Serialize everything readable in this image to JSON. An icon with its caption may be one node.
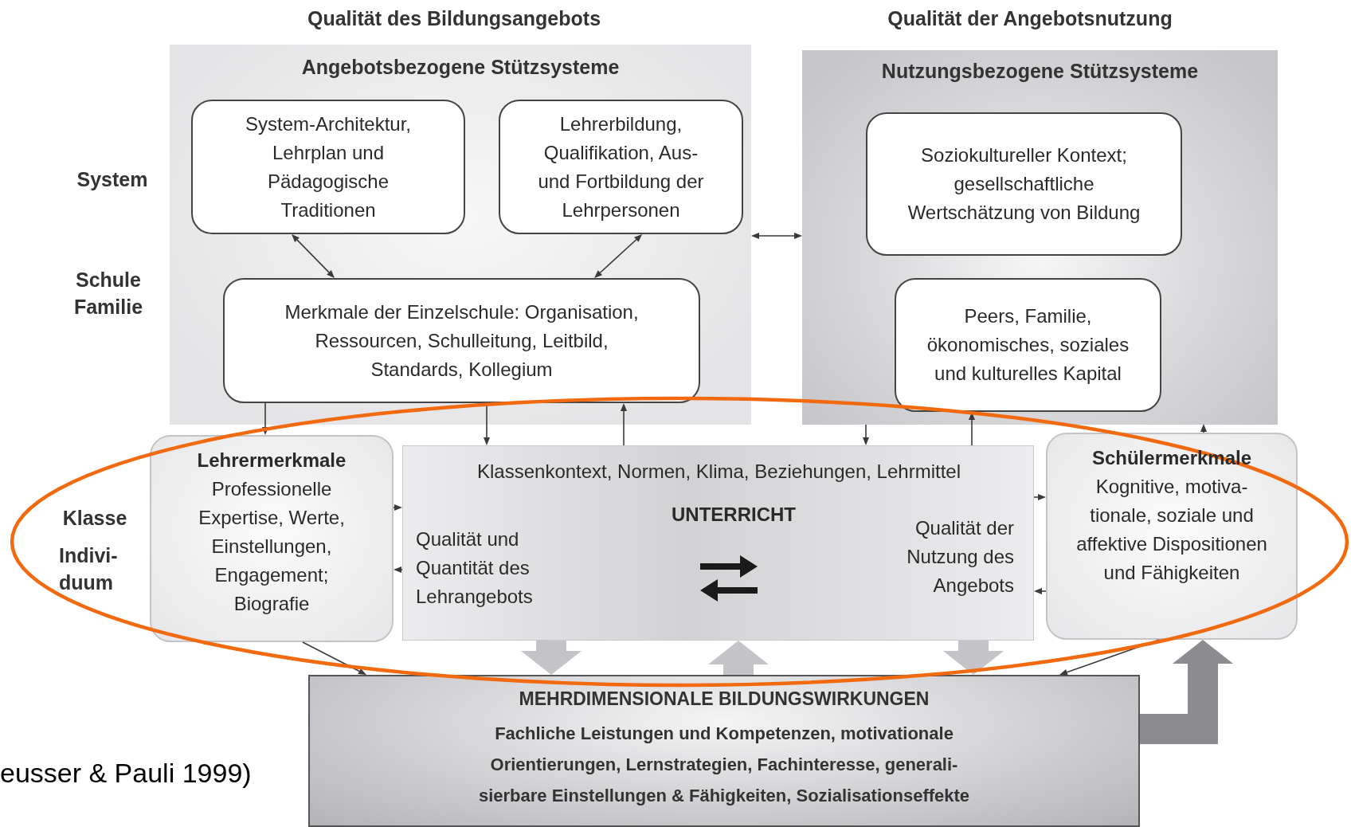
{
  "diagram": {
    "nodes": [
      {
        "text": [
          "Angebotsbezogene Stützsysteme"
        ]
      },
      {
        "text": [
          "System-Architektur, Lehrplan und Pädagogische Traditionen"
        ],
        "in": 0
      },
      {
        "text": [
          "Lehrerbildung, Qualifikation, Aus- und Fortbildung der Lehrpersonen"
        ],
        "in": 0
      },
      {
        "text": [
          "Merkmale der Einzelschule: Organisation, Ressourcen, Schulleitung, Leitbild, Standards, Kollegium"
        ],
        "in": 0
      },
      {
        "text": [
          "Nutzungsbezogene Stützsysteme"
        ]
      },
      {
        "text": [
          "Soziokultureller Kontext; gesellschaftliche Wertschätzung von Bildung"
        ],
        "in": 4
      },
      {
        "text": [
          "Peers, Familie, ökonomisches, soziales und kulturelles Kapital"
        ],
        "in": 4
      },
      {
        "text": [
          "Lehrermerkmale",
          "Professionelle Expertise, Werte, Einstellungen, Engagement; Biografie"
        ]
      },
      {
        "text": [
          "Klassenkontext, Normen, Klima, Beziehungen, Lehrmittel",
          "UNTERRICHT",
          "Qualität und Quantität des Lehrangebots",
          "Qualität der Nutzung des Angebots"
        ]
      },
      {
        "text": [
          "Schülermerkmale",
          "Kognitive, motiva- tionale, soziale und affektive Dispositionen und Fähigkeiten"
        ]
      },
      {
        "text": [
          "MEHRDIMENSIONALE BILDUNGSWIRKUNGEN",
          "Fachliche Leistungen und Kompetenzen, motivationale Orientierungen, Lernstrategien, Fachinteresse, generali- sierbare Einstellungen & Fähigkeiten, Sozialisationseffekte"
        ]
      }
    ],
    "edges": [
      {
        "from": 1,
        "to": 3,
        "arrow": "both"
      },
      {
        "from": 2,
        "to": 3,
        "arrow": "both"
      },
      {
        "from": 0,
        "to": 4,
        "arrow": "both"
      },
      {
        "from": 3,
        "to": 7,
        "arrow": "to"
      },
      {
        "from": 3,
        "to": 8,
        "arrow": "to"
      },
      {
        "from": 8,
        "to": 3,
        "arrow": "to"
      },
      {
        "from": 4,
        "to": 8,
        "arrow": "to"
      },
      {
        "from": 8,
        "to": 6,
        "arrow": "to"
      },
      {
        "from": 9,
        "to": 4,
        "arrow": "to"
      },
      {
        "from": 7,
        "to": 8,
        "arrow": "to"
      },
      {
        "from": 8,
        "to": 7,
        "arrow": "to"
      },
      {
        "from": 8,
        "to": 9,
        "arrow": "to"
      },
      {
        "from": 9,
        "to": 8,
        "arrow": "to"
      },
      {
        "from": 7,
        "to": 10,
        "arrow": "to"
      },
      {
        "from": 9,
        "to": 10,
        "arrow": "to"
      },
      {
        "from": 8,
        "to": 10,
        "arrow": "to",
        "style": "thick",
        "color": "#c4c4c8"
      },
      {
        "from": 10,
        "to": 8,
        "arrow": "to",
        "style": "thick",
        "color": "#c4c4c8"
      },
      {
        "from": 8,
        "to": 10,
        "arrow": "to",
        "style": "thick",
        "color": "#c4c4c8"
      },
      {
        "from": 10,
        "to": 9,
        "arrow": "to",
        "style": "thick",
        "color": "#8c8c90"
      }
    ],
    "labels": [
      "Qualität des Bildungsangebots",
      "Qualität der Angebotsnutzung",
      "System",
      "Schule Familie",
      "Klasse",
      "Indivi- duum",
      "eusser & Pauli 1999)"
    ]
  }
}
